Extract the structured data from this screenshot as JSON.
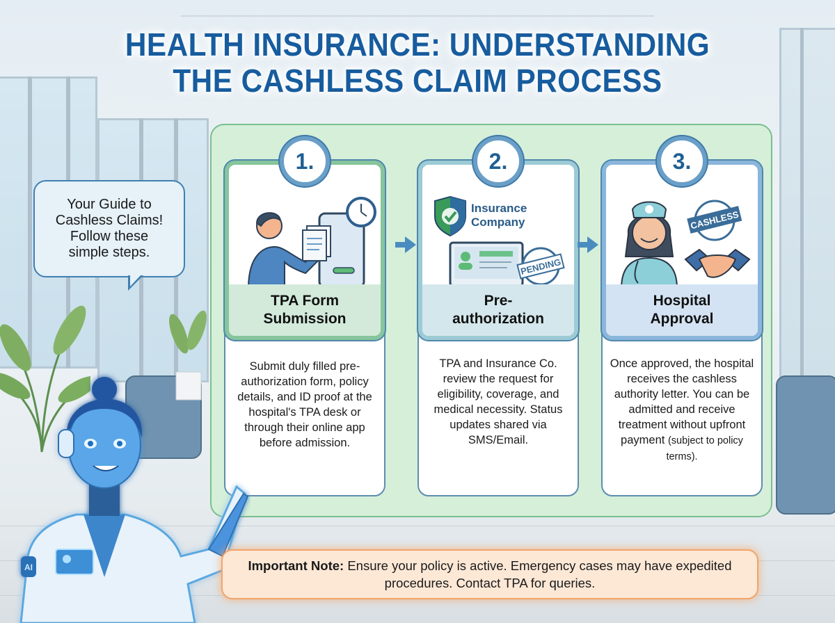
{
  "header": {
    "title_line1": "HEALTH INSURANCE: UNDERSTANDING",
    "title_line2": "THE CASHLESS CLAIM PROCESS"
  },
  "guide_bubble": {
    "line1": "Your Guide to",
    "line2": "Cashless Claims!",
    "line3": "Follow these",
    "line4": "simple steps."
  },
  "assistant": {
    "badge_text": "AI",
    "icon": "ai-assistant-avatar"
  },
  "steps": [
    {
      "number": "1.",
      "title_line1": "TPA Form",
      "title_line2": "Submission",
      "icon": "person-submitting-documents-icon",
      "description": "Submit duly filled pre-authorization form, policy details, and ID proof at the hospital's TPA desk or through their online app before admission.",
      "accent": "#86c59d"
    },
    {
      "number": "2.",
      "title_line1": "Pre-",
      "title_line2": "authorization",
      "icon": "insurance-review-icon",
      "logo_line1": "Insurance",
      "logo_line2": "Company",
      "stamp": "PENDING",
      "description": "TPA and Insurance Co. review the request for eligibility, coverage, and medical necessity. Status updates shared via SMS/Email.",
      "accent": "#9ccbd6"
    },
    {
      "number": "3.",
      "title_line1": "Hospital",
      "title_line2": "Approval",
      "icon": "nurse-handshake-icon",
      "stamp": "CASHLESS",
      "description": "Once approved, the hospital receives the cashless authority letter. You can be admitted and receive treatment without upfront payment",
      "description_small": "(subject to policy terms).",
      "accent": "#8bb6dc"
    }
  ],
  "note": {
    "label": "Important Note:",
    "text": " Ensure your policy is active. Emergency cases may have expedited procedures. Contact TPA for queries."
  },
  "colors": {
    "title": "#175c9e",
    "panel_bg": "#d5efd9",
    "panel_border": "#7bbf8e",
    "note_bg": "#fde8d6",
    "note_border": "#f2a46a",
    "arrow": "#4a8cc0"
  }
}
